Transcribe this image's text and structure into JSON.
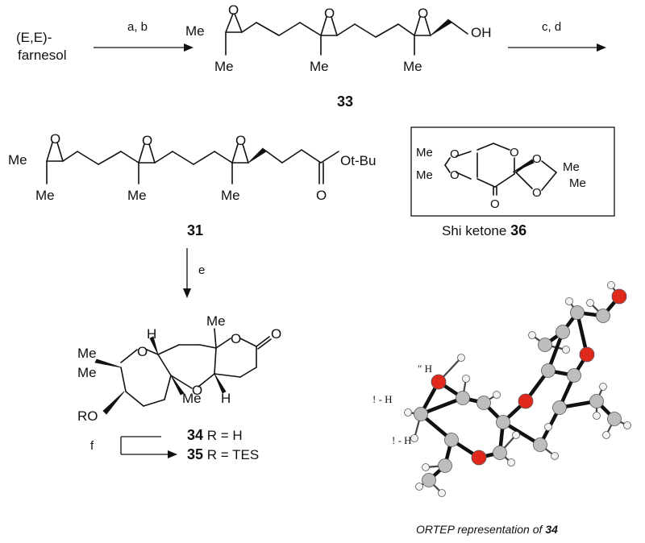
{
  "start_material": {
    "line1": "(E,E)-",
    "line2": "farnesol"
  },
  "steps": {
    "ab": "a, b",
    "cd": "c, d",
    "e": "e",
    "f": "f"
  },
  "compound_33": {
    "number": "33",
    "me1": "Me",
    "me2": "Me",
    "me3": "Me",
    "me4": "Me",
    "oh": "OH"
  },
  "compound_31": {
    "number": "31",
    "me1": "Me",
    "me2": "Me",
    "me3": "Me",
    "me4": "Me",
    "ester": "Ot-Bu",
    "carbonyl_o": "O"
  },
  "shi_ketone": {
    "label": "Shi ketone",
    "number": "36",
    "me": "Me",
    "ketone_o": "O"
  },
  "compound_34": {
    "me_top": "Me",
    "me_left1": "Me",
    "me_left2": "Me",
    "me_bottom": "Me",
    "h_top": "H",
    "h_bottom": "H",
    "ro": "RO",
    "carbonyl_o": "O",
    "r_h_number": "34",
    "r_h_text": " R = H",
    "r_tes_number": "35",
    "r_tes_text": " R = TES"
  },
  "ortep": {
    "caption_prefix": "ORTEP representation of ",
    "caption_number": "34",
    "labels": [
      "″ H",
      "! - H",
      "! - H"
    ]
  },
  "colors": {
    "oxygen": "#e0291c",
    "carbon": "#bdbdbd",
    "hydrogen": "#f2f2f2",
    "bond": "#111111"
  }
}
